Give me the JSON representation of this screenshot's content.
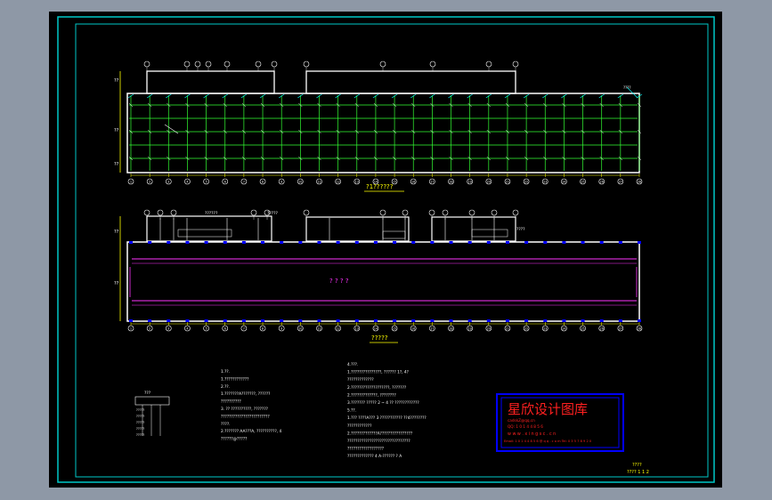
{
  "viewport": {
    "background": "#8e98a6",
    "sheet": "#000000"
  },
  "colors": {
    "frame": "#00c8c8",
    "grid": "#33ff33",
    "wall": "#ffffff",
    "axis": "#ffff00",
    "beam": "#ff33ff",
    "column": "#0000ff",
    "annotation": "#00ffff",
    "stamp_text": "#ff2020",
    "stamp_border": "#0000ff"
  },
  "drawing": {
    "plan1_title": "?1??????",
    "plan2_title": "?????",
    "plan2_center_label": "? ? ? ?",
    "axis_numbers": [
      "1",
      "2",
      "3",
      "4",
      "5",
      "6",
      "7",
      "8",
      "9",
      "10",
      "11",
      "12",
      "13",
      "14",
      "15",
      "16",
      "17",
      "18",
      "19",
      "20",
      "21",
      "22",
      "23",
      "24",
      "25",
      "26",
      "27",
      "28"
    ]
  },
  "stamp": {
    "title": "星欣设计图库",
    "line1": "cadskZ@qq.cn",
    "line2": "QQ: 1 0 1 4 4 8 5 6",
    "line3": "w w w .  x i n g s c . c n",
    "line4": "Email: 1 0 1 4 4 8 5 6 @ q q . c o m   Tel: 0 3 5 7 8 9 2 0"
  },
  "title_block": {
    "label": "????",
    "number": "???? 1 1 2"
  },
  "notes_left": [
    "1.??.",
    "  1.????????????",
    "2.??.",
    "  1.???????A???????, ??????",
    "     ??????????",
    "3.  ??  ??????????, ???????",
    "     ????????????????????????",
    "     ????.",
    "  2.??????? AA???A, ??????????, 4",
    "     ??????@?????"
  ],
  "notes_right": [
    "4.???.",
    "  1.???????????????, ?????? 1?, 4?",
    "     ?????????????",
    "  2.???????????????????, ???????",
    "     2.?????????????, ????????",
    "  3.??????? ????? 2 ~ 4 ?? ????????????",
    "5.??.",
    "  1.??? ????A??? 3 ??????????? ??4????????",
    "     ????????????",
    "  2.?????????????A????????????????",
    "     ???????????????????????????????",
    "     ??????????????????",
    "????????????? 4 A-?????? ? A"
  ],
  "legend": {
    "title": "???",
    "rows": [
      "?????",
      "?????",
      "?????",
      "?????",
      "?????"
    ]
  }
}
